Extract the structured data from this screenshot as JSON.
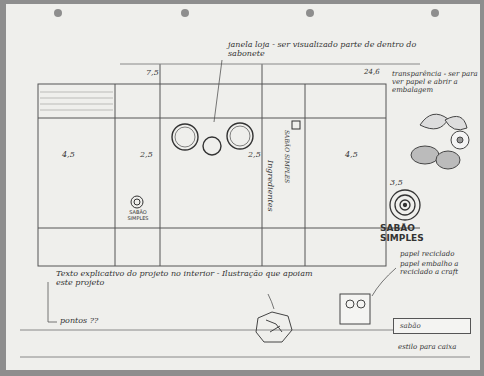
{
  "diagram": {
    "nodes": [
      {
        "text": [
          "sabão"
        ]
      }
    ],
    "labels": [
      "janela loja - ser visualizado parte de dentro do sabonete",
      "transparência - ser para ver papel e abrir a embalagem",
      "7,5",
      "4,5",
      "2,5",
      "2,5",
      "4,5",
      "3,5",
      "24,6",
      "SABÃO SIMPLES",
      "SABÃO SIMPLES",
      "Ingredientes",
      "SABÃO SIMPLES",
      "papel reciclado",
      "papel embalho a reciclado a craft",
      "Texto explicativo do projeto no interior - Ilustração que apoiam este projeto",
      "pontos ??",
      "estilo para caixa"
    ]
  }
}
